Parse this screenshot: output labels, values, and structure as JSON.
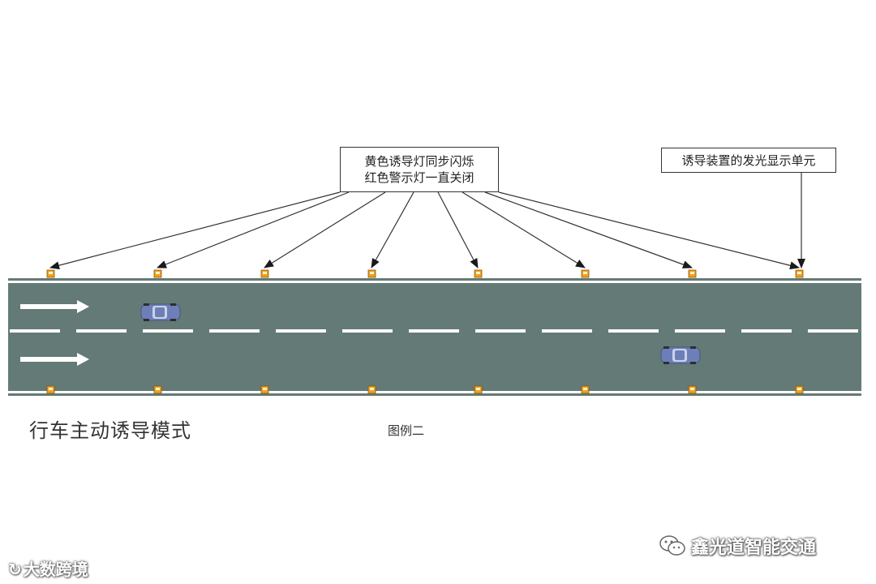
{
  "callouts": {
    "main_line1": "黄色诱导灯同步闪烁",
    "main_line2": "红色警示灯一直关闭",
    "unit": "诱导装置的发光显示单元"
  },
  "labels": {
    "mode_title": "行车主动诱导模式",
    "figure": "图例二"
  },
  "watermarks": {
    "left_text": "大数跨境",
    "right_text": "鑫光道智能交通"
  },
  "road": {
    "lanes": 2,
    "light_units_per_edge": 8,
    "vehicles": 2,
    "direction_arrows": 2
  },
  "colors": {
    "road_surface": "#647a76",
    "lane_marking": "#ffffff",
    "light_unit": "#f0a020",
    "vehicle": "#6d7fb8",
    "leader_line": "#333333"
  },
  "icons": [
    "wechat-icon",
    "brand-logo-icon",
    "direction-arrow-icon",
    "car-icon"
  ]
}
